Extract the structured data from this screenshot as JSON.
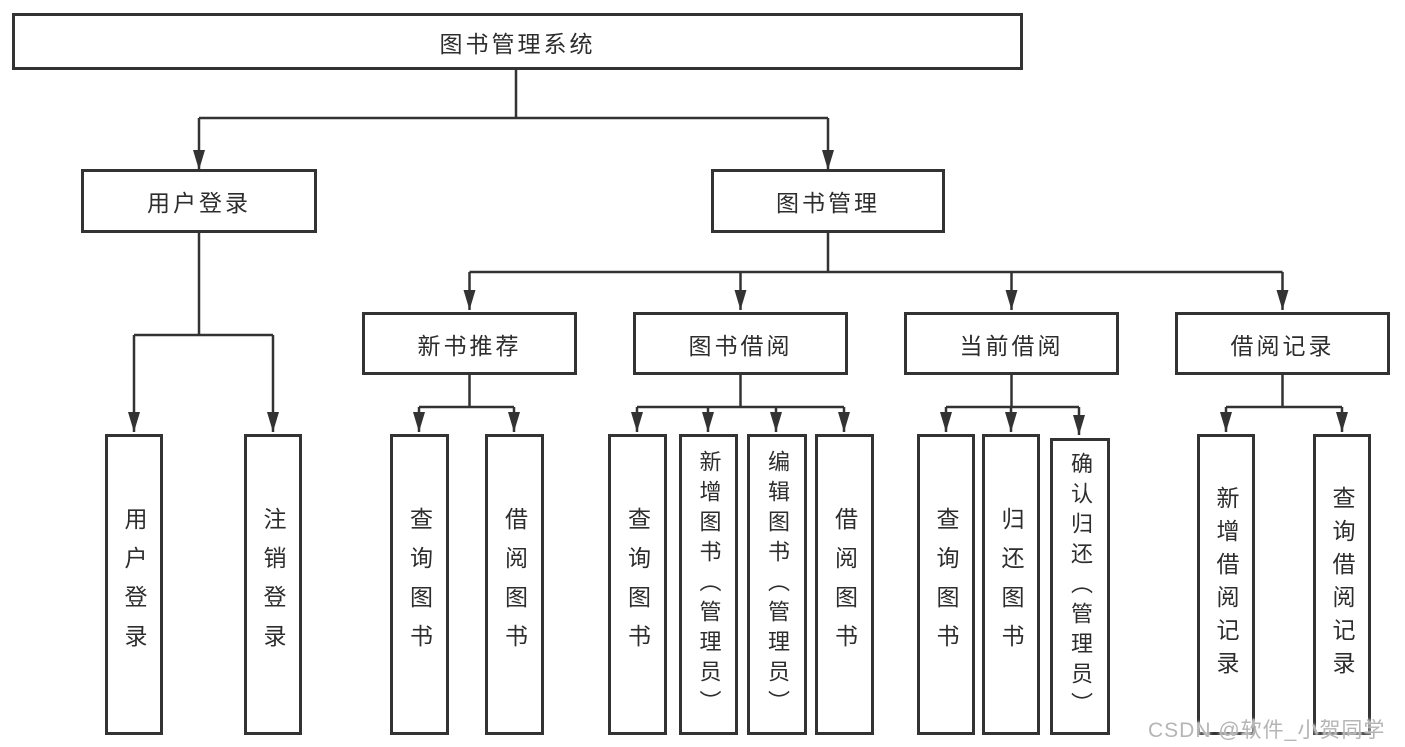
{
  "tree": {
    "root": {
      "label": "图书管理系统",
      "children": [
        {
          "label": "用户登录",
          "children": [
            {
              "label": "用户登录"
            },
            {
              "label": "注销登录"
            }
          ]
        },
        {
          "label": "图书管理",
          "children": [
            {
              "label": "新书推荐",
              "children": [
                {
                  "label": "查询图书"
                },
                {
                  "label": "借阅图书"
                }
              ]
            },
            {
              "label": "图书借阅",
              "children": [
                {
                  "label": "查询图书"
                },
                {
                  "label": "新增图书（管理员）"
                },
                {
                  "label": "编辑图书（管理员）"
                },
                {
                  "label": "借阅图书"
                }
              ]
            },
            {
              "label": "当前借阅",
              "children": [
                {
                  "label": "查询图书"
                },
                {
                  "label": "归还图书"
                },
                {
                  "label": "确认归还（管理员）"
                }
              ]
            },
            {
              "label": "借阅记录",
              "children": [
                {
                  "label": "新增借阅记录"
                },
                {
                  "label": "查询借阅记录"
                }
              ]
            }
          ]
        }
      ]
    }
  },
  "watermark": "CSDN @软件_小贺同学",
  "colors": {
    "line": "#333333",
    "text": "#2d2d2d",
    "watermark": "#b5b5b5",
    "background": "#ffffff"
  }
}
